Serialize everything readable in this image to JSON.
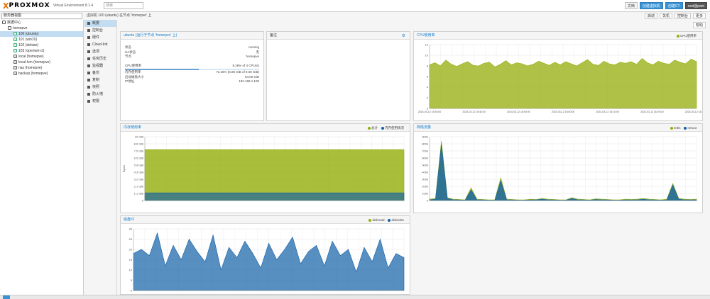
{
  "app": {
    "logo_x": "X",
    "logo_name": "PROXMOX",
    "subtitle": "Virtual Environment 8.1.4",
    "search_placeholder": "搜索"
  },
  "topbar": {
    "docs_label": "文档",
    "create_vm_label": "创建虚拟机",
    "create_ct_label": "创建CT",
    "user_label": "root@pam"
  },
  "sidebar": {
    "view_label": "服务器视图",
    "items": [
      {
        "label": "数据中心",
        "indent": 0,
        "kind": "dc"
      },
      {
        "label": "homepve",
        "indent": 1,
        "kind": "node"
      },
      {
        "label": "100 (ubuntu)",
        "indent": 2,
        "kind": "vm",
        "selected": true
      },
      {
        "label": "101 (win10)",
        "indent": 2,
        "kind": "vm"
      },
      {
        "label": "102 (debian)",
        "indent": 2,
        "kind": "vm"
      },
      {
        "label": "103 (openwrt-ct)",
        "indent": 2,
        "kind": "vm"
      },
      {
        "label": "local (homepve)",
        "indent": 2,
        "kind": "st"
      },
      {
        "label": "local-lvm (homepve)",
        "indent": 2,
        "kind": "st"
      },
      {
        "label": "nas (homepve)",
        "indent": 2,
        "kind": "st"
      },
      {
        "label": "backup (homepve)",
        "indent": 2,
        "kind": "st"
      }
    ]
  },
  "breadcrumb": "虚拟机 100 (ubuntu) 在节点 'homepve' 上",
  "toolbar": {
    "start": "启动",
    "shutdown": "关机",
    "console": "控制台",
    "more": "更多",
    "help": "帮助"
  },
  "subnav": [
    {
      "label": "概要",
      "selected": true
    },
    {
      "label": "控制台"
    },
    {
      "label": "硬件"
    },
    {
      "label": "Cloud-Init"
    },
    {
      "label": "选项"
    },
    {
      "label": "任务历史"
    },
    {
      "label": "监视器"
    },
    {
      "label": "备份"
    },
    {
      "label": "复制"
    },
    {
      "label": "快照"
    },
    {
      "label": "防火墙"
    },
    {
      "label": "权限"
    }
  ],
  "status": {
    "title": "ubuntu (运行于节点 'homepve' 上)",
    "rows": [
      {
        "label": "状态",
        "value": "running"
      },
      {
        "label": "HA状态",
        "value": "无"
      },
      {
        "label": "节点",
        "value": "homepve"
      },
      {
        "label": "CPU使用率",
        "value": "8.26% of 4 CPU(s)",
        "gap": true
      },
      {
        "label": "内存使用率",
        "value": "72.45% (5.80 GiB of 8.00 GiB)"
      },
      {
        "label": "启动磁盘大小",
        "value": "64.00 GiB"
      },
      {
        "label": "IP地址",
        "value": "192.168.1.100"
      }
    ],
    "cpu_fraction": 0.55
  },
  "notes": {
    "title": "备注"
  },
  "charts": {
    "cpu": {
      "title": "CPU使用率",
      "legend": [
        {
          "name": "CPU使用率",
          "color": "#94ae0a"
        }
      ]
    },
    "mem": {
      "title": "内存使用率",
      "legend": [
        {
          "name": "总计",
          "color": "#94ae0a"
        },
        {
          "name": "内存使用情况",
          "color": "#115fa6"
        }
      ]
    },
    "net": {
      "title": "网络流量",
      "legend": [
        {
          "name": "netin",
          "color": "#94ae0a"
        },
        {
          "name": "netout",
          "color": "#115fa6"
        }
      ]
    },
    "disk": {
      "title": "磁盘IO",
      "legend": [
        {
          "name": "diskread",
          "color": "#94ae0a"
        },
        {
          "name": "diskwrite",
          "color": "#115fa6"
        }
      ]
    }
  },
  "chart_data": [
    {
      "type": "area",
      "title": "CPU使用率",
      "ylim": [
        0,
        12
      ],
      "yticks": [
        "12",
        "10",
        "8",
        "6",
        "4",
        "2",
        "0"
      ],
      "xticks": [
        "2024-03-12 15:30:00",
        "2024-03-12 15:40:00",
        "2024-03-12 15:50:00",
        "2024-03-12 16:00:00",
        "2024-03-12 16:10:00",
        "2024-03-12 16:20:00",
        "2024-03-12 16:30:00"
      ],
      "series": [
        {
          "name": "CPU使用率",
          "values": [
            8.2,
            8.6,
            8.0,
            9.1,
            8.3,
            7.9,
            8.4,
            8.8,
            8.1,
            8.0,
            8.5,
            8.7,
            7.8,
            8.3,
            9.0,
            8.2,
            8.6,
            8.4,
            8.0,
            8.3,
            8.9,
            8.5,
            8.1,
            8.7,
            8.2,
            8.8,
            8.4,
            8.0,
            8.6,
            9.2,
            8.3,
            8.1,
            8.9,
            8.4,
            8.2,
            8.7,
            8.5,
            8.8,
            8.3,
            9.4,
            8.6,
            8.2,
            8.9,
            8.5,
            8.3,
            9.1,
            8.7,
            8.4,
            9.3,
            8.8
          ]
        }
      ]
    },
    {
      "type": "area",
      "title": "内存使用率",
      "ylim": [
        0,
        10
      ],
      "ylabel": "Bytes",
      "yticks": [
        "10 GiB",
        "8.6 GiB",
        "7.5 GiB",
        "6.5 GiB",
        "5.4 GiB",
        "4.3 GiB",
        "3.2 GiB",
        "2.1 GiB",
        "1.1 GiB",
        "0"
      ],
      "series": [
        {
          "name": "总计",
          "values": [
            8.0,
            8.0,
            8.0,
            8.0,
            8.0,
            8.0,
            8.0,
            8.0,
            8.0,
            8.0
          ]
        },
        {
          "name": "内存使用情况",
          "values": [
            1.2,
            1.2,
            1.2,
            1.2,
            1.2,
            1.2,
            1.2,
            1.2,
            1.2,
            1.2
          ]
        }
      ]
    },
    {
      "type": "area",
      "title": "网络流量",
      "ylim": [
        0,
        900
      ],
      "yticks": [
        "900k",
        "800k",
        "700k",
        "600k",
        "500k",
        "400k",
        "300k",
        "200k",
        "100k",
        "0"
      ],
      "series": [
        {
          "name": "netin",
          "values": [
            20,
            30,
            840,
            40,
            20,
            15,
            10,
            180,
            20,
            15,
            10,
            10,
            320,
            20,
            15,
            10,
            10,
            20,
            15,
            30,
            20,
            15,
            10,
            10,
            40,
            20,
            15,
            10,
            25,
            20,
            15,
            10,
            10,
            20,
            15,
            20,
            30,
            20,
            15,
            10,
            20,
            240,
            30,
            20,
            15,
            20
          ]
        },
        {
          "name": "netout",
          "values": [
            10,
            20,
            790,
            30,
            10,
            10,
            5,
            150,
            10,
            10,
            5,
            5,
            280,
            10,
            10,
            5,
            5,
            10,
            10,
            20,
            10,
            10,
            5,
            5,
            30,
            10,
            10,
            5,
            15,
            10,
            10,
            5,
            5,
            10,
            10,
            10,
            20,
            10,
            10,
            5,
            10,
            220,
            20,
            10,
            10,
            10
          ]
        }
      ]
    },
    {
      "type": "area",
      "title": "磁盘IO",
      "ylim": [
        0,
        30
      ],
      "yticks": [
        "30",
        "25",
        "20",
        "15",
        "10",
        "5",
        "0"
      ],
      "series": [
        {
          "name": "diskread",
          "values": [
            0,
            0,
            0,
            0,
            0,
            0,
            0,
            0,
            0,
            0,
            0,
            0,
            0,
            0,
            0,
            0,
            0,
            0,
            0,
            0
          ]
        },
        {
          "name": "diskwrite",
          "values": [
            18,
            20,
            17,
            28,
            12,
            22,
            15,
            25,
            19,
            14,
            27,
            10,
            21,
            16,
            24,
            18,
            11,
            23,
            15,
            20,
            26,
            13,
            19,
            22,
            12,
            24,
            17,
            20,
            9,
            21,
            14,
            25,
            11,
            18,
            16
          ]
        }
      ]
    }
  ]
}
